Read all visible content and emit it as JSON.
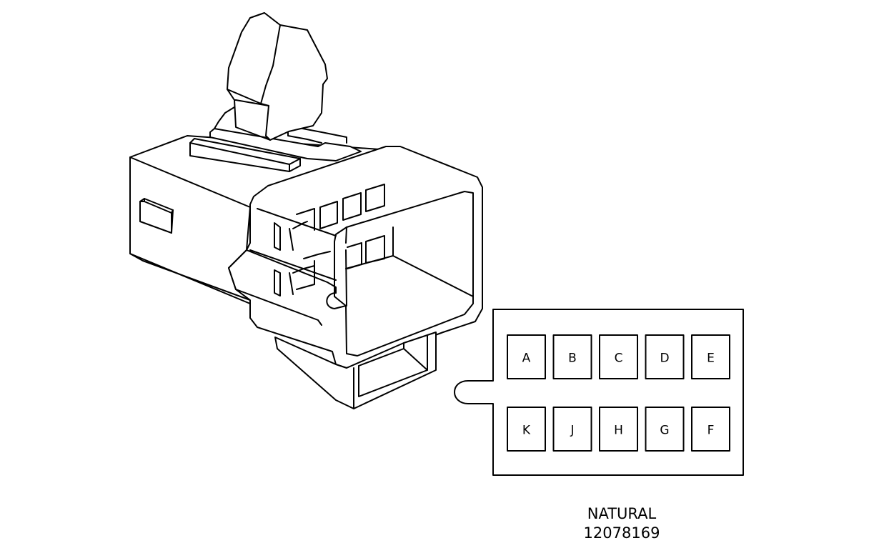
{
  "connector": {
    "color": "NATURAL",
    "part_number": "12078169"
  },
  "face_view": {
    "top_row": [
      "A",
      "B",
      "C",
      "D",
      "E"
    ],
    "bottom_row": [
      "K",
      "J",
      "H",
      "G",
      "F"
    ]
  }
}
